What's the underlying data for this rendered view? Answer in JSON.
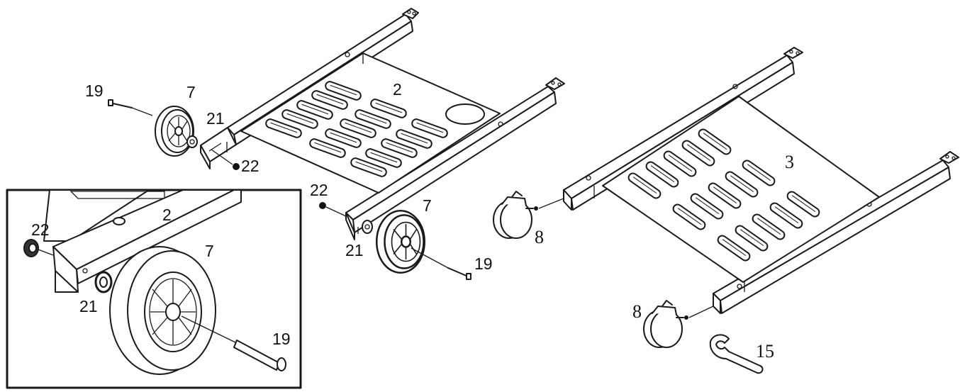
{
  "callouts": {
    "wheel_left": {
      "bolt": "19",
      "wheel": "7",
      "washer": "21",
      "nut": "22"
    },
    "shelf_front": "2",
    "wheel_right": {
      "nut": "22",
      "wheel": "7",
      "washer": "21",
      "bolt": "19"
    },
    "shelf_rear": "3",
    "caster_top": "8",
    "caster_bottom": "8",
    "wrench": "15",
    "detail": {
      "nut": "22",
      "shelf": "2",
      "wheel": "7",
      "washer": "21",
      "bolt": "19"
    }
  }
}
